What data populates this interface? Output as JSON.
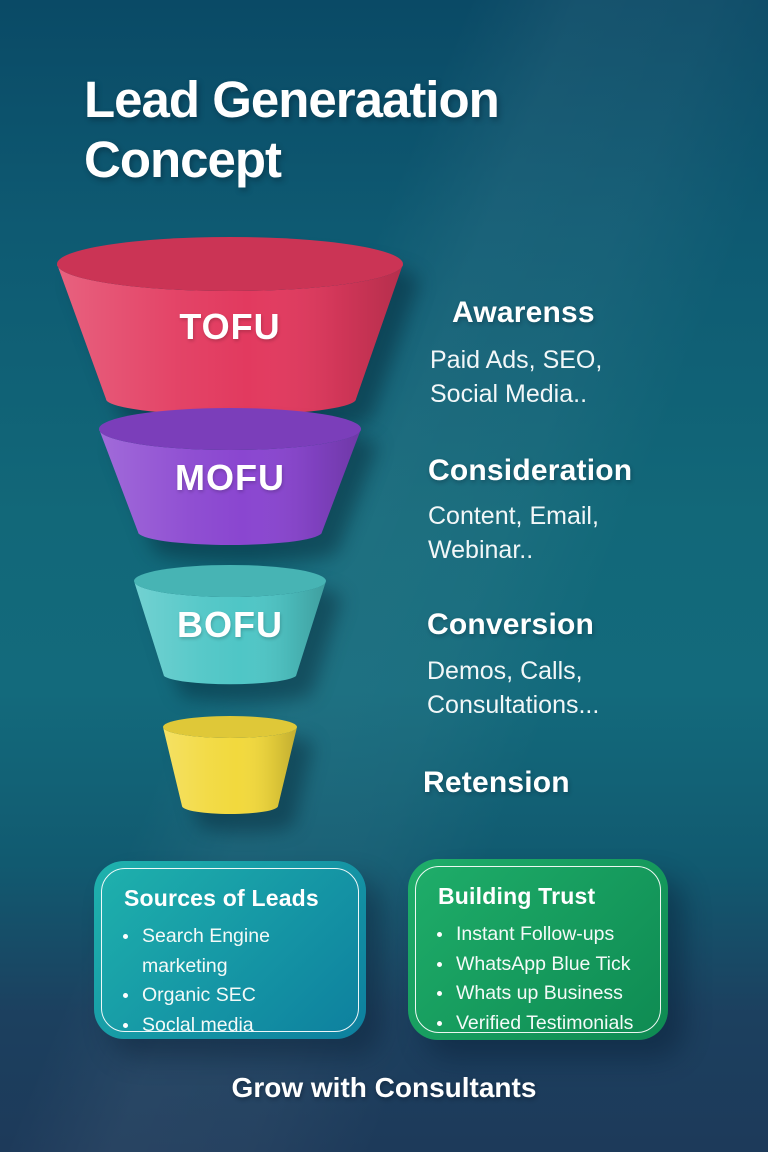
{
  "poster": {
    "title_line1": "Lead Generaation",
    "title_line2": "Concept",
    "footer": "Grow with Consultants",
    "background_top_color": "#0a4a66",
    "background_mid_color": "#136a7c",
    "background_bottom_color": "#1d3a5a"
  },
  "funnel": {
    "stages": [
      {
        "label": "TOFU",
        "color": "#e23a5f",
        "heading": "Awarenss",
        "details": [
          "Paid Ads, SEO,",
          "Social Media.."
        ]
      },
      {
        "label": "MOFU",
        "color": "#8a46d0",
        "heading": "Consideration",
        "details": [
          "Content, Email,",
          "Webinar.."
        ]
      },
      {
        "label": "BOFU",
        "color": "#4fc6c6",
        "heading": "Conversion",
        "details": [
          "Demos, Calls,",
          "Consultations..."
        ]
      },
      {
        "label": "",
        "color": "#f2d93d",
        "heading": "Retension",
        "details": []
      }
    ]
  },
  "cards": [
    {
      "title": "Sources of Leads",
      "items": [
        "Search Engine marketing",
        "Organic SEC",
        "Soclal media"
      ],
      "gradient": [
        "#1fb2ad",
        "#0d7f9e"
      ]
    },
    {
      "title": "Building Trust",
      "items": [
        "Instant Follow-ups",
        "WhatsApp Blue Tick",
        "Whats up Business",
        "Verified Testimonials"
      ],
      "gradient": [
        "#1fae6a",
        "#0e8a52"
      ]
    }
  ]
}
